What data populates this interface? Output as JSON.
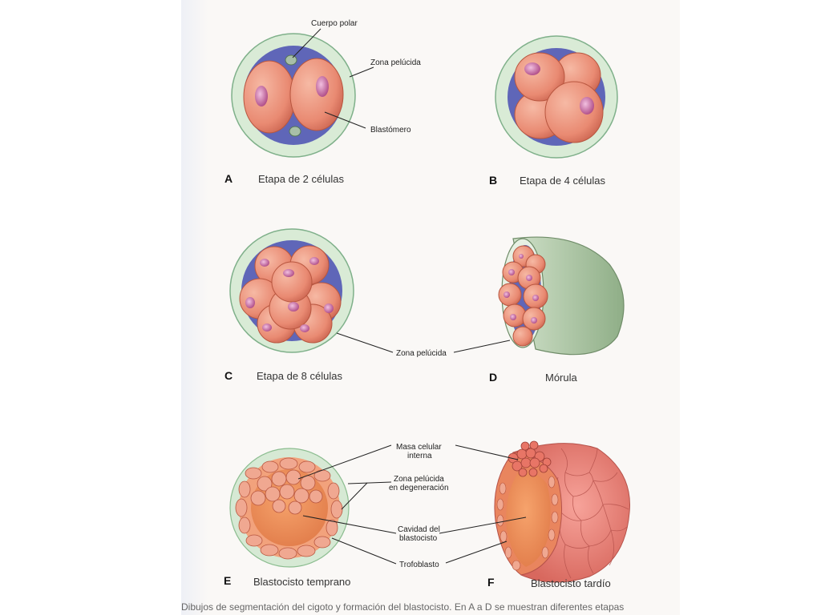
{
  "figure": {
    "panels": [
      {
        "letter": "A",
        "caption": "Etapa de 2 células"
      },
      {
        "letter": "B",
        "caption": "Etapa de 4 células"
      },
      {
        "letter": "C",
        "caption": "Etapa de 8 células"
      },
      {
        "letter": "D",
        "caption": "Mórula"
      },
      {
        "letter": "E",
        "caption": "Blastocisto temprano"
      },
      {
        "letter": "F",
        "caption": "Blastocisto tardío"
      }
    ],
    "labels": {
      "cuerpo_polar": "Cuerpo polar",
      "zona_pelucida_a": "Zona pelúcida",
      "blastomero": "Blastómero",
      "zona_pelucida_cd": "Zona pelúcida",
      "masa_celular_1": "Masa celular",
      "masa_celular_2": "interna",
      "zona_degeneracion_1": "Zona pelúcida",
      "zona_degeneracion_2": "en degeneración",
      "cavidad_1": "Cavidad del",
      "cavidad_2": "blastocisto",
      "trofoblasto": "Trofoblasto"
    },
    "footer_caption": "Dibujos de segmentación del cigoto y formación del blastocisto. En A a D se muestran diferentes etapas"
  },
  "colors": {
    "zona": "#d8ead8",
    "zona_edge": "#7fb08a",
    "perivitelline": "#5f66b8",
    "cell": "#e88f78",
    "cell_dark": "#c9624e",
    "nucleus": "#b4488a",
    "morula_shell": "#a9c4a0"
  }
}
